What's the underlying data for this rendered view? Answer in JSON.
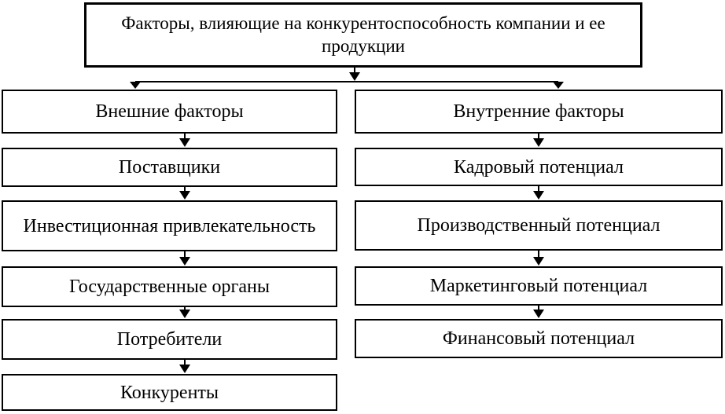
{
  "diagram": {
    "root": {
      "label": "Факторы, влияющие на конкурентоспособность компании и ее продукции"
    },
    "left_column": {
      "header": "Внешние факторы",
      "items": [
        {
          "label": "Поставщики"
        },
        {
          "label": "Инвестиционная привлекательность"
        },
        {
          "label": "Государственные органы"
        },
        {
          "label": "Потребители"
        },
        {
          "label": "Конкуренты"
        }
      ]
    },
    "right_column": {
      "header": "Внутренние факторы",
      "items": [
        {
          "label": "Кадровый потенциал"
        },
        {
          "label": "Производственный потенциал"
        },
        {
          "label": "Маркетинговый потенциал"
        },
        {
          "label": "Финансовый потенциал"
        }
      ]
    },
    "colors": {
      "border": "#000000",
      "background": "#ffffff",
      "text": "#000000"
    }
  }
}
